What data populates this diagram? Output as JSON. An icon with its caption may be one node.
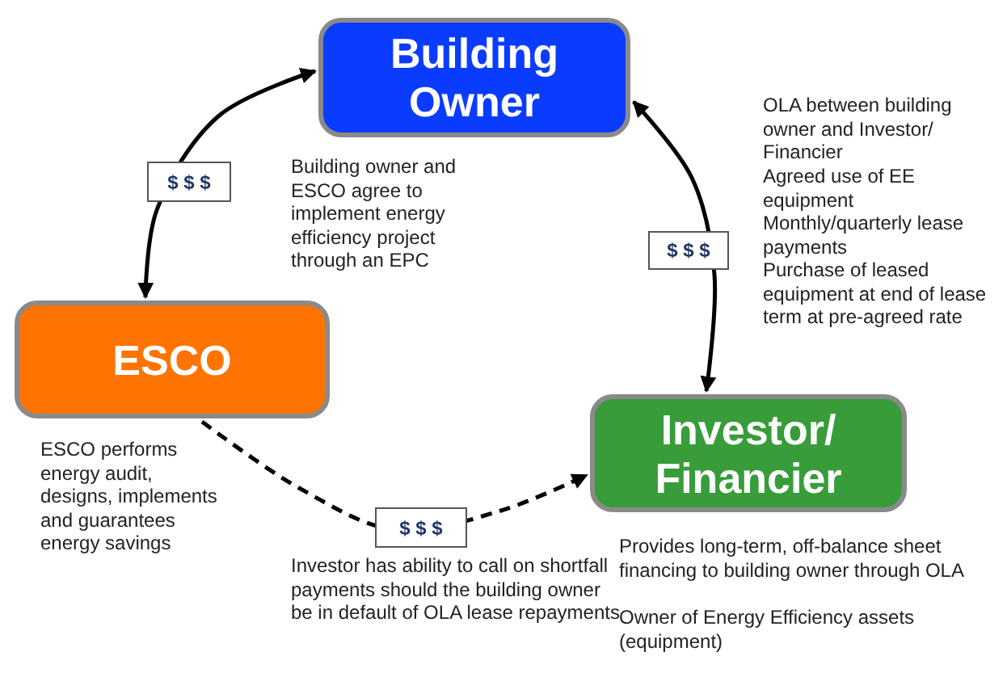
{
  "diagram": {
    "nodes": [
      {
        "text": [
          "Building Owner"
        ]
      },
      {
        "text": [
          "ESCO"
        ]
      },
      {
        "text": [
          "Investor/ Financier"
        ]
      }
    ],
    "edges": [
      {
        "from": 0,
        "to": 1,
        "arrow": "both",
        "label": "$ $ $"
      },
      {
        "from": 0,
        "to": 2,
        "arrow": "both",
        "label": "$ $ $"
      },
      {
        "from": 1,
        "to": 2,
        "arrow": "to",
        "label": "$ $ $",
        "style": "dashed"
      }
    ],
    "labels": [
      "Building owner and ESCO agree to implement energy efficiency project through an EPC",
      "OLA between building owner and Investor/ Financier",
      "Agreed use of EE equipment",
      "Monthly/quarterly lease payments",
      "Purchase of leased equipment at end of lease term at pre-agreed rate",
      "ESCO performs energy audit, designs, implements and guarantees energy savings",
      "Investor has ability to call on shortfall payments should the building owner be in default of OLA lease repayments",
      "Provides long-term, off-balance sheet financing to building owner through OLA",
      "Owner of Energy Efficiency assets (equipment)"
    ]
  }
}
